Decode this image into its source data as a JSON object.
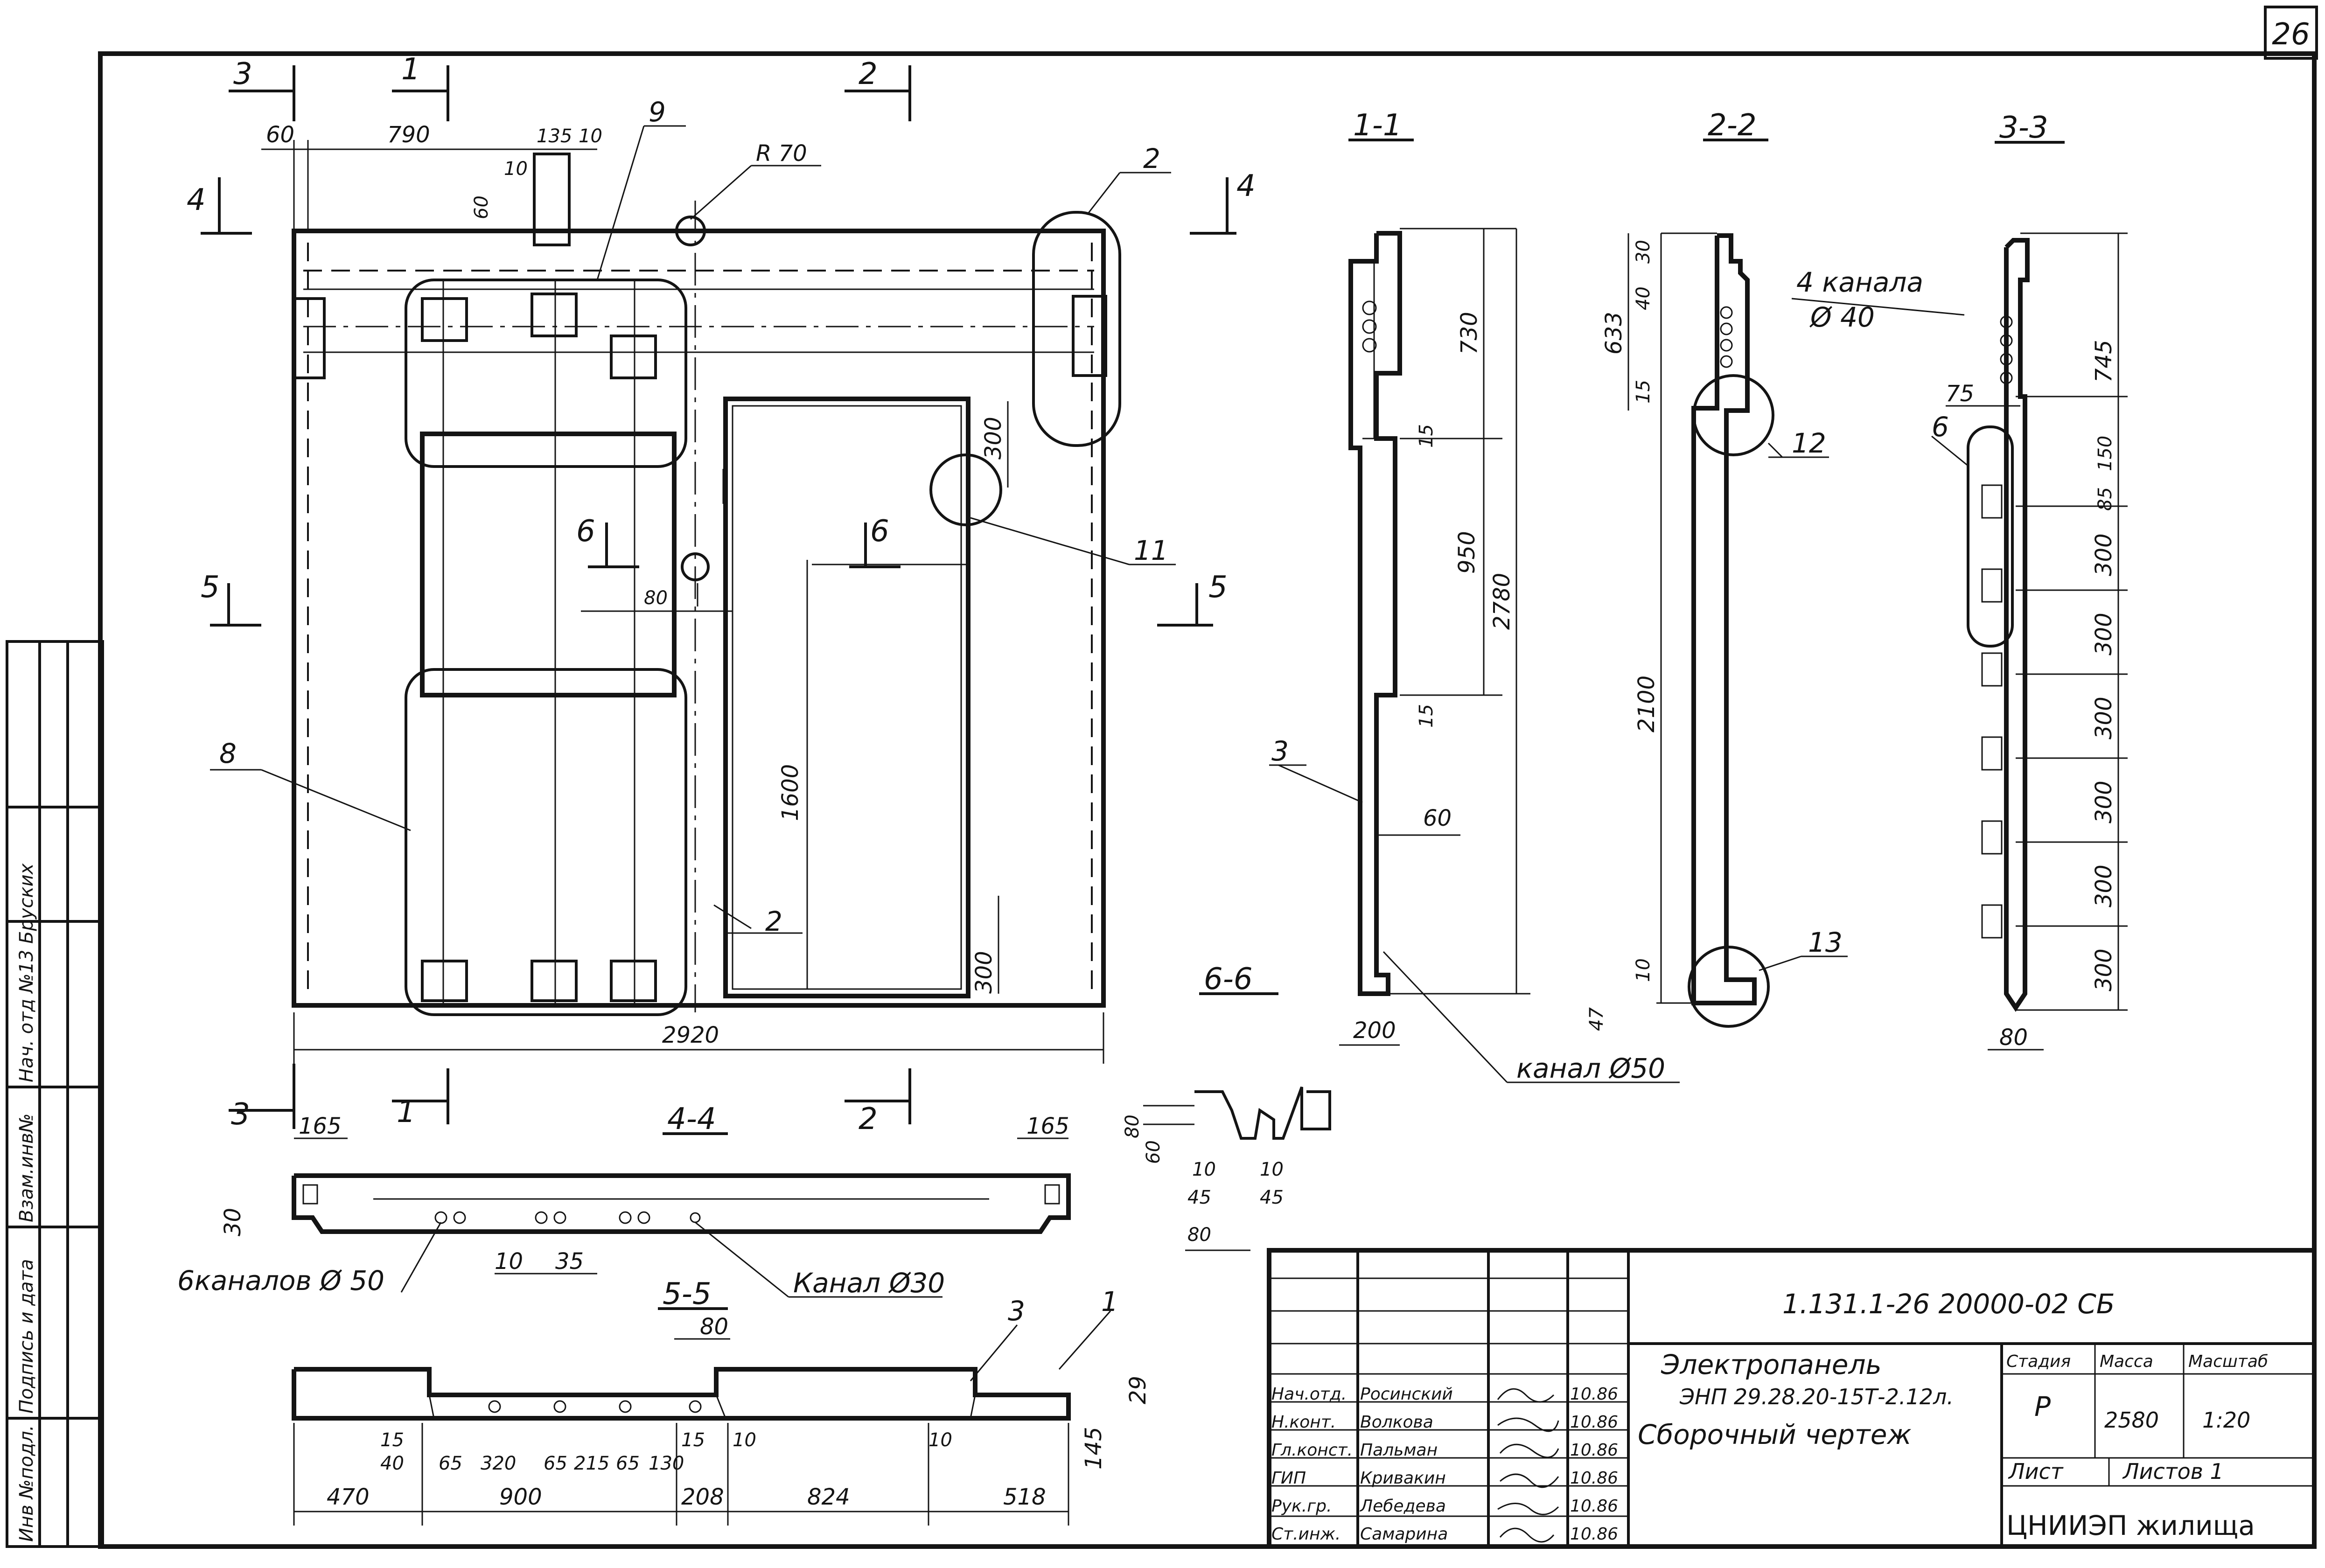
{
  "sheet": {
    "number": "26"
  },
  "section_markers": {
    "s1": "1",
    "s2": "2",
    "s3": "3",
    "s4": "4",
    "s5": "5",
    "s6": "6"
  },
  "section_titles": {
    "t11": "1-1",
    "t22": "2-2",
    "t33": "3-3",
    "t44": "4-4",
    "t55": "5-5",
    "t66": "6-6"
  },
  "callouts": {
    "c1": "1",
    "c2": "2",
    "c3": "3",
    "c6": "6",
    "c8": "8",
    "c9": "9",
    "c11": "11",
    "c12": "12",
    "c13": "13"
  },
  "dimensions": {
    "d60": "60",
    "d790": "790",
    "d135": "135",
    "d10": "10",
    "d15": "15",
    "d30": "30",
    "d40": "40",
    "dR70": "R 70",
    "d80": "80",
    "d300": "300",
    "d1600": "1600",
    "d2920": "2920",
    "d730": "730",
    "d950": "950",
    "d2780": "2780",
    "d200": "200",
    "d633": "633",
    "d2100": "2100",
    "d47": "47",
    "d745": "745",
    "d75": "75",
    "d85": "85",
    "d150": "150",
    "d165": "165",
    "d35": "35",
    "d45": "45",
    "d29": "29",
    "d145": "145",
    "d65": "65",
    "d320": "320",
    "d215": "215",
    "d130": "130",
    "d470": "470",
    "d900": "900",
    "d208": "208",
    "d824": "824",
    "d518": "518"
  },
  "notes": {
    "channels4": "4 канала",
    "phi40": "Ø 40",
    "channel50": "канал Ø50",
    "channels6": "6каналов Ø 50",
    "channel30": "Канал Ø30"
  },
  "side_stamp": {
    "col1": "Инв №подл.",
    "col2": "Подпись и дата",
    "col3": "Взам.инв№",
    "col4": "Нач. отд №13 Бруских"
  },
  "title_block": {
    "doc_code": "1.131.1-26  20000-02 СБ",
    "title_line1": "Электропанель",
    "title_line2": "ЭНП 29.28.20-15Т-2.12л.",
    "title_line3": "Сборочный чертеж",
    "col_stage": "Стадия",
    "col_mass": "Масса",
    "col_scale": "Масштаб",
    "stage": "Р",
    "mass": "2580",
    "scale": "1:20",
    "sheet_label": "Лист",
    "sheets_label": "Листов 1",
    "org": "ЦНИИЭП жилища",
    "signers": [
      {
        "role": "Нач.отд.",
        "name": "Росинский",
        "date": "10.86"
      },
      {
        "role": "Н.конт.",
        "name": "Волкова",
        "date": "10.86"
      },
      {
        "role": "Гл.конст.",
        "name": "Пальман",
        "date": "10.86"
      },
      {
        "role": "ГИП",
        "name": "Кривакин",
        "date": "10.86"
      },
      {
        "role": "Рук.гр.",
        "name": "Лебедева",
        "date": "10.86"
      },
      {
        "role": "Ст.инж.",
        "name": "Самарина",
        "date": "10.86"
      }
    ]
  }
}
